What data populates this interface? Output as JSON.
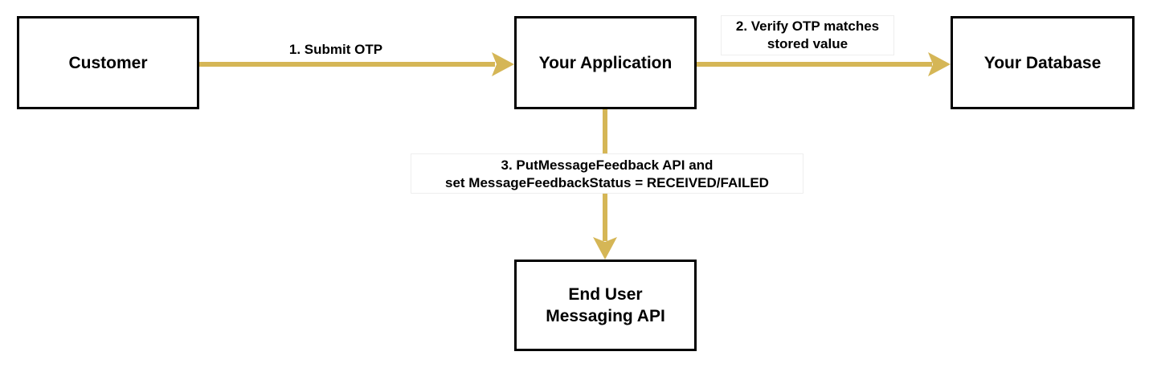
{
  "colors": {
    "arrow": "#d5b656",
    "box_border": "#000000",
    "background": "#ffffff"
  },
  "nodes": {
    "customer": "Customer",
    "app": "Your Application",
    "db": "Your Database",
    "api": "End User\nMessaging API"
  },
  "edges": {
    "step1": "1. Submit OTP",
    "step2": "2. Verify OTP matches\nstored value",
    "step3": "3. PutMessageFeedback API and\nset MessageFeedbackStatus = RECEIVED/FAILED"
  }
}
